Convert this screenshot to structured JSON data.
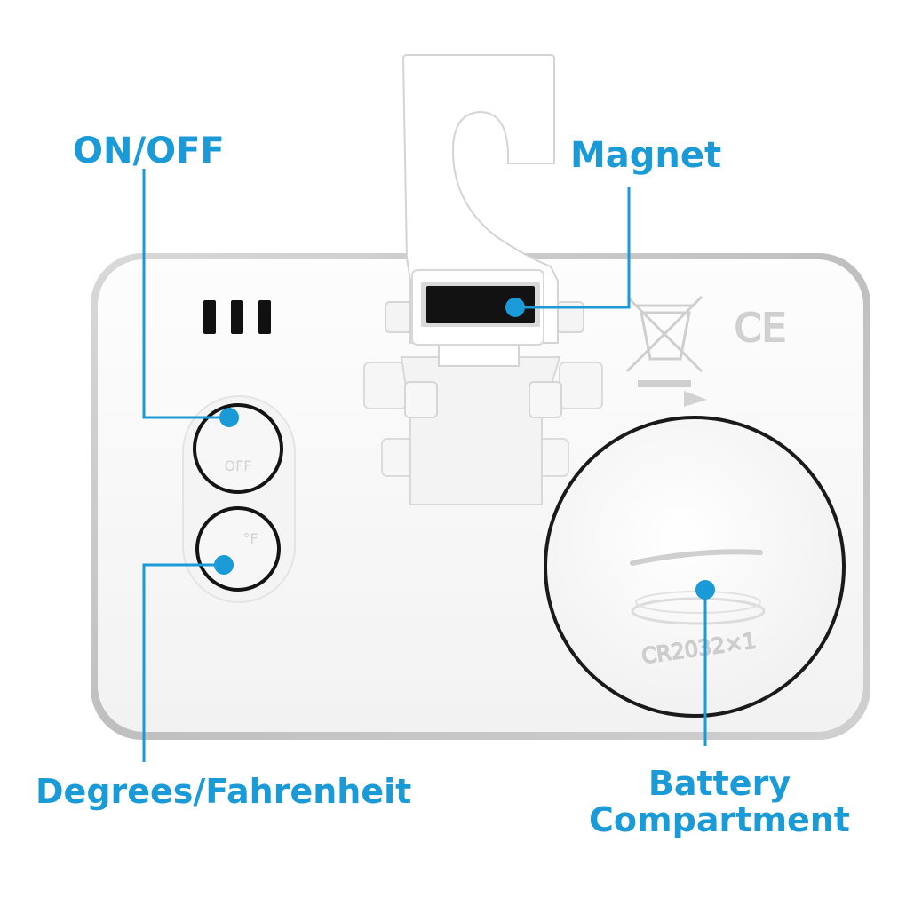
{
  "callouts": {
    "on_off": "ON/OFF",
    "magnet": "Magnet",
    "degrees_fahrenheit": "Degrees/Fahrenheit",
    "battery_line1": "Battery",
    "battery_line2": "Compartment"
  },
  "embossed": {
    "ce_mark": "CE",
    "battery_type": "CR2032×1",
    "button1_text": "OFF",
    "button2_text": "°F"
  },
  "colors": {
    "callout": "#1a9ad6",
    "device_body": "#fbfbfb",
    "frame": "#c8c8c8"
  }
}
